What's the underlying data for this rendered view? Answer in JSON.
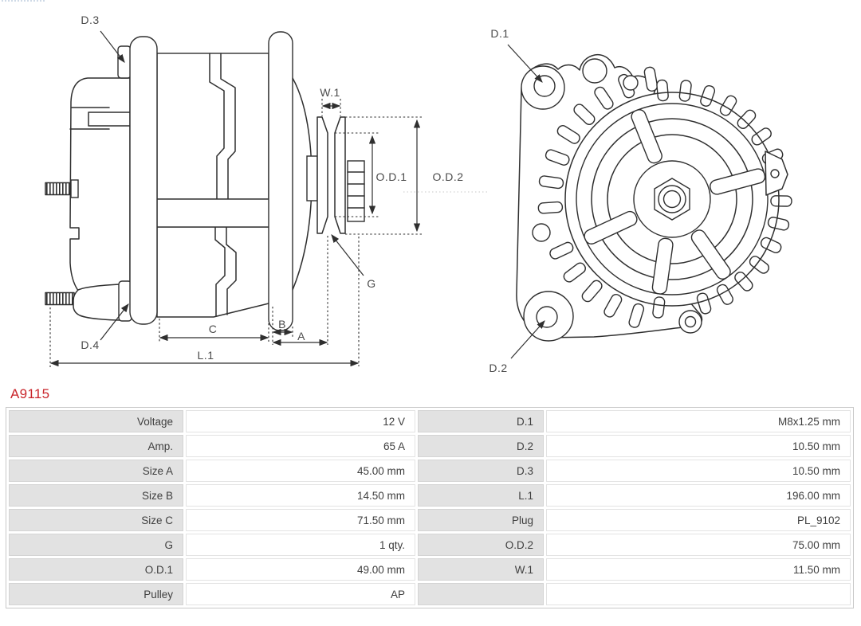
{
  "part_number": {
    "text": "A9115"
  },
  "colors": {
    "accent": "#c9252b",
    "line": "#2f2f2f",
    "label": "#4b4b4b",
    "cell_gray": "#e2e2e2"
  },
  "diagram": {
    "side_view": {
      "d3": "D.3",
      "d4": "D.4",
      "w1": "W.1",
      "od1": "O.D.1",
      "od2": "O.D.2",
      "g": "G",
      "dim_c": "C",
      "dim_b": "B",
      "dim_a": "A",
      "l1": "L.1"
    },
    "front_view": {
      "d1": "D.1",
      "d2": "D.2"
    }
  },
  "spec_table": {
    "rows": [
      {
        "l1": "Voltage",
        "v1": "12 V",
        "l2": "D.1",
        "v2": "M8x1.25 mm"
      },
      {
        "l1": "Amp.",
        "v1": "65 A",
        "l2": "D.2",
        "v2": "10.50 mm"
      },
      {
        "l1": "Size A",
        "v1": "45.00 mm",
        "l2": "D.3",
        "v2": "10.50 mm"
      },
      {
        "l1": "Size B",
        "v1": "14.50 mm",
        "l2": "L.1",
        "v2": "196.00 mm"
      },
      {
        "l1": "Size C",
        "v1": "71.50 mm",
        "l2": "Plug",
        "v2": "PL_9102"
      },
      {
        "l1": "G",
        "v1": "1 qty.",
        "l2": "O.D.2",
        "v2": "75.00 mm"
      },
      {
        "l1": "O.D.1",
        "v1": "49.00 mm",
        "l2": "W.1",
        "v2": "11.50 mm"
      },
      {
        "l1": "Pulley",
        "v1": "AP",
        "l2": "",
        "v2": ""
      }
    ]
  }
}
